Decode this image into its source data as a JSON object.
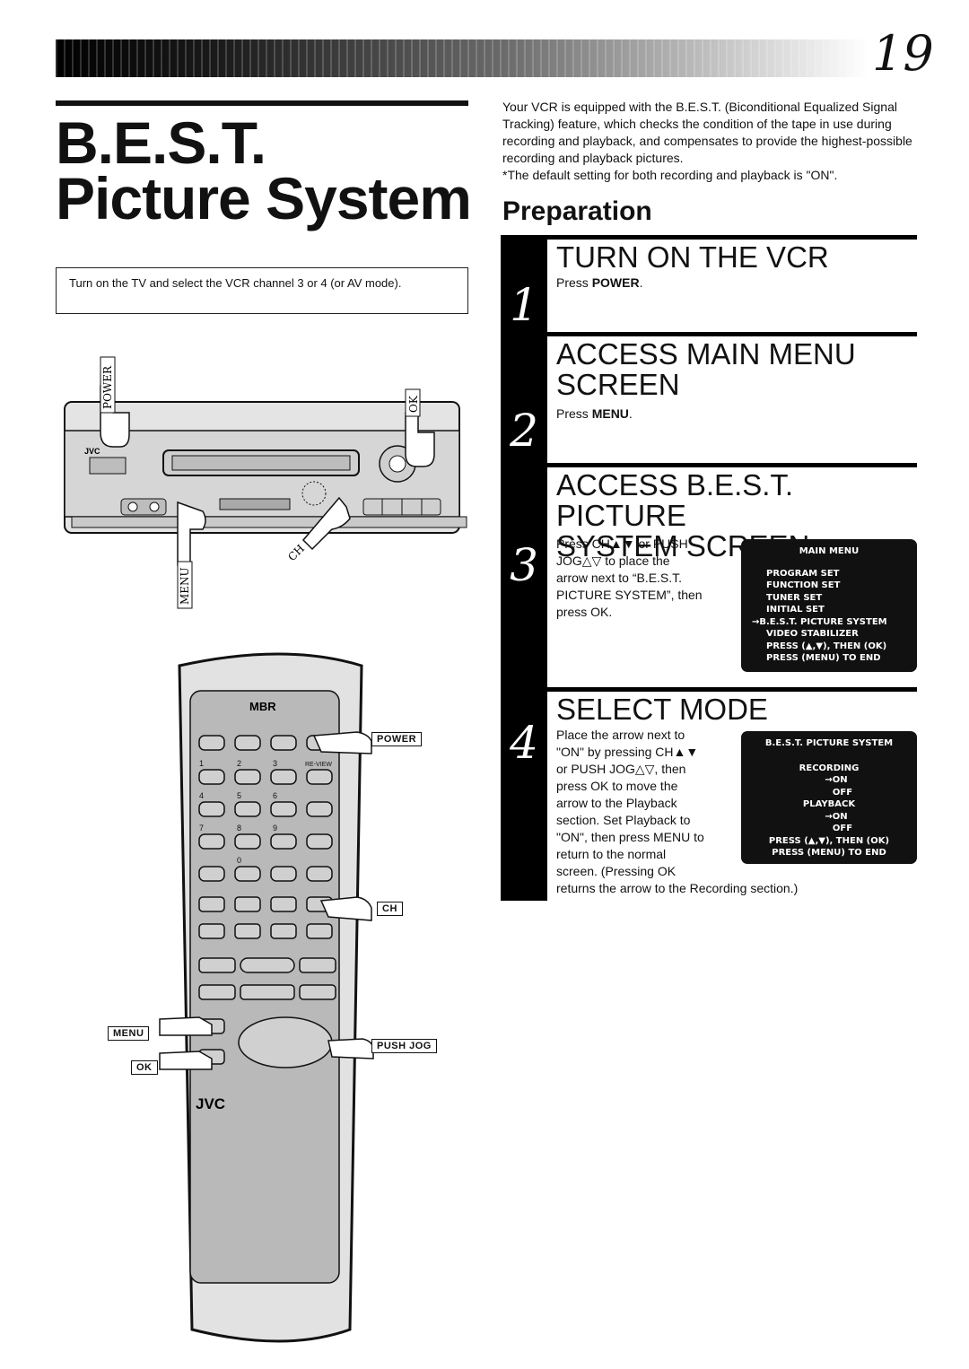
{
  "page_number": "19",
  "title_line1": "B.E.S.T.",
  "title_line2": "Picture System",
  "note_text": "Turn on the TV and select the VCR channel 3 or 4 (or AV mode).",
  "intro_text": "Your VCR is equipped with the B.E.S.T. (Biconditional Equalized Signal Tracking) feature, which checks the condition of the tape in use during recording and playback, and compensates to provide the highest-possible recording and playback pictures.",
  "intro_default": "*The default setting for both recording and playback is \"ON\".",
  "preparation": "Preparation",
  "steps": [
    {
      "num": "1",
      "heading": "TURN ON THE VCR",
      "text_pre": "Press ",
      "key": "POWER",
      "text_post": "."
    },
    {
      "num": "2",
      "heading_l1": "ACCESS MAIN MENU",
      "heading_l2": "SCREEN",
      "text_pre": "Press ",
      "key": "MENU",
      "text_post": "."
    },
    {
      "num": "3",
      "heading_l1": "ACCESS B.E.S.T. PICTURE",
      "heading_l2": "SYSTEM SCREEN",
      "lines": [
        "Press CH▲▼ or PUSH",
        "JOG△▽ to place the",
        "arrow next to “B.E.S.T.",
        "PICTURE SYSTEM”, then",
        "press OK."
      ]
    },
    {
      "num": "4",
      "heading": "SELECT MODE",
      "lines": [
        "Place the arrow next to",
        "\"ON\" by pressing CH▲▼",
        "or PUSH JOG△▽, then",
        "press OK to move the",
        "arrow to the Playback",
        "section. Set Playback to",
        "\"ON\", then press MENU to",
        "return to the normal",
        "screen. (Pressing OK"
      ],
      "last_line": "returns the arrow to the Recording section.)"
    }
  ],
  "main_menu": {
    "title": "MAIN MENU",
    "items": [
      "PROGRAM SET",
      "FUNCTION SET",
      "TUNER SET",
      "INITIAL SET",
      "→B.E.S.T. PICTURE SYSTEM",
      "VIDEO STABILIZER",
      "PRESS (▲,▼), THEN (OK)",
      "PRESS (MENU) TO END"
    ]
  },
  "best_menu": {
    "title": "B.E.S.T. PICTURE SYSTEM",
    "items": [
      "RECORDING",
      "→ON",
      "OFF",
      "PLAYBACK",
      "→ON",
      "OFF",
      "PRESS (▲,▼), THEN (OK)",
      "PRESS (MENU) TO END"
    ]
  },
  "vcr_labels": {
    "power": "POWER",
    "ok": "OK",
    "menu": "MENU",
    "ch": "CH",
    "brand": "JVC"
  },
  "remote_labels": {
    "power": "POWER",
    "ch": "CH",
    "menu": "MENU",
    "ok": "OK",
    "push_jog": "PUSH JOG",
    "brand": "JVC",
    "logo": "MBR",
    "review": "RE-VIEW",
    "digits": [
      "1",
      "2",
      "3",
      "4",
      "5",
      "6",
      "7",
      "8",
      "9",
      "0"
    ]
  }
}
